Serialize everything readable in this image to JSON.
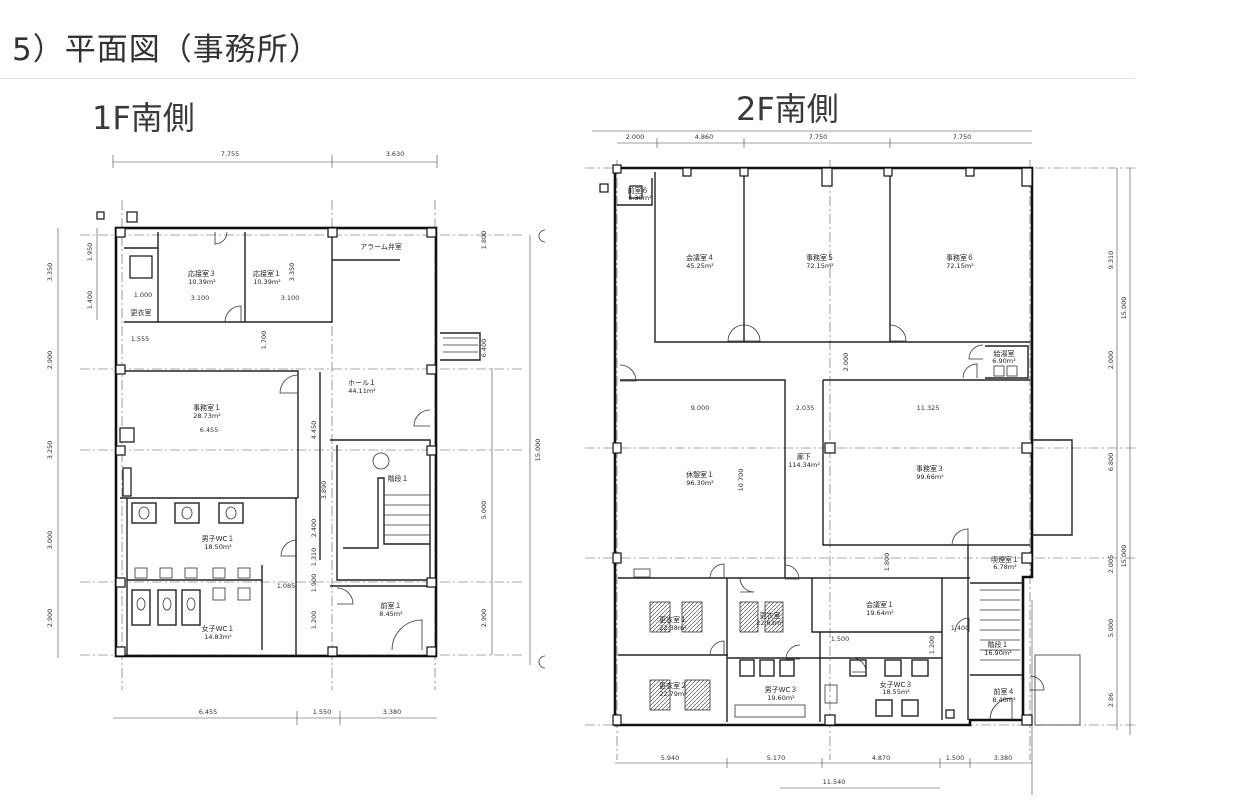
{
  "page": {
    "title": "5）平面図（事務所）"
  },
  "plans": {
    "floor1": {
      "label": "1F南側",
      "rooms": [
        {
          "name": "応接室３",
          "area": "10.39m²"
        },
        {
          "name": "応接室１",
          "area": "10.39m²"
        },
        {
          "name": "アラーム弁室",
          "area": ""
        },
        {
          "name": "更衣室",
          "area": ""
        },
        {
          "name": "ホール１",
          "area": "44.11m²"
        },
        {
          "name": "事務室１",
          "area": "28.73m²"
        },
        {
          "name": "階段１",
          "area": ""
        },
        {
          "name": "男子WC１",
          "area": "18.50m²"
        },
        {
          "name": "女子WC１",
          "area": "14.83m²"
        },
        {
          "name": "前室１",
          "area": "8.45m²"
        }
      ],
      "dimensions": {
        "top": [
          "7.755",
          "3.630"
        ],
        "bottom": [
          "6.455",
          "1.550",
          "3.380"
        ],
        "left": [
          "3.350",
          "2.900",
          "3.250",
          "3.000",
          "2.900"
        ],
        "left_inner": [
          "1.950",
          "1.400"
        ],
        "right_total": "15.000",
        "right_inner": [
          "2.900",
          "5.000"
        ],
        "interior": [
          "1.000",
          "3.100",
          "3.100",
          "1.555",
          "1.700",
          "6.455",
          "4.450",
          "3.890",
          "2.400",
          "1.310",
          "1.900",
          "1.085",
          "1.200",
          "3.350",
          "1.800",
          "6.400"
        ]
      }
    },
    "floor2": {
      "label": "2F南側",
      "rooms": [
        {
          "name": "前室６",
          "area": "6.30m²"
        },
        {
          "name": "会議室４",
          "area": "45.25m²"
        },
        {
          "name": "事務室５",
          "area": "72.15m²"
        },
        {
          "name": "事務室６",
          "area": "72.15m²"
        },
        {
          "name": "給湯室",
          "area": "6.90m²"
        },
        {
          "name": "休憩室１",
          "area": "96.30m²"
        },
        {
          "name": "廊下",
          "area": "114.34m²"
        },
        {
          "name": "事務室３",
          "area": "99.66m²"
        },
        {
          "name": "喫煙室１",
          "area": "6.78m²"
        },
        {
          "name": "更衣室１",
          "area": "22.38m²"
        },
        {
          "name": "更衣室",
          "area": "22.63m²"
        },
        {
          "name": "会議室１",
          "area": "19.64m²"
        },
        {
          "name": "階段１",
          "area": "16.90m²"
        },
        {
          "name": "更衣室２",
          "area": "22.79m²"
        },
        {
          "name": "男子WC３",
          "area": "19.60m²"
        },
        {
          "name": "女子WC３",
          "area": "18.55m²"
        },
        {
          "name": "前室４",
          "area": "8.40m²"
        }
      ],
      "dimensions": {
        "top": [
          "2.000",
          "4.860",
          "7.750",
          "7.750"
        ],
        "bottom": [
          "5.940",
          "5.170",
          "4.870",
          "1.500",
          "3.380"
        ],
        "bottom_total": "11.540",
        "right": [
          "9.310",
          "2.000",
          "6.800",
          "2.005",
          "5.000",
          "2.86"
        ],
        "right_total": [
          "15.000",
          "15.000"
        ],
        "interior": [
          "9.000",
          "2.035",
          "11.325",
          "10.700",
          "2.000",
          "1.800",
          "1.500",
          "1.200",
          "1.400"
        ]
      }
    }
  }
}
